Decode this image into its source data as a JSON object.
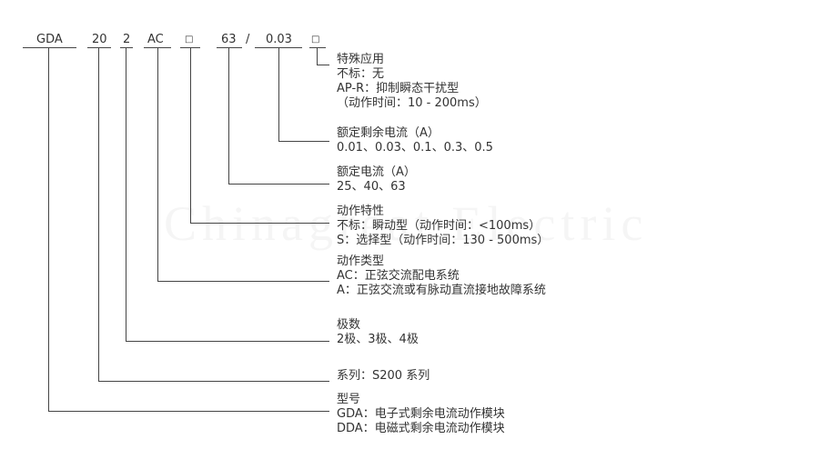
{
  "code": {
    "parts": [
      "GDA",
      "20",
      "2",
      "AC",
      "□",
      "63",
      "/",
      "0.03",
      "□"
    ]
  },
  "watermark": "Chinagreat Electric",
  "groups": [
    {
      "title": "特殊应用",
      "lines": [
        "不标：无",
        "AP-R：抑制瞬态干扰型",
        "（动作时间：10 - 200ms）"
      ]
    },
    {
      "title": "额定剩余电流（A）",
      "lines": [
        "0.01、0.03、0.1、0.3、0.5"
      ]
    },
    {
      "title": "额定电流（A）",
      "lines": [
        "25、40、63"
      ]
    },
    {
      "title": "动作特性",
      "lines": [
        "不标：瞬动型（动作时间：<100ms）",
        "S：选择型（动作时间：130 - 500ms）"
      ]
    },
    {
      "title": "动作类型",
      "lines": [
        "AC：正弦交流配电系统",
        "A：正弦交流或有脉动直流接地故障系统"
      ]
    },
    {
      "title": "极数",
      "lines": [
        "2极、3极、4极"
      ]
    },
    {
      "title": "系列：S200 系列",
      "lines": []
    },
    {
      "title": "型号",
      "lines": [
        "GDA：电子式剩余电流动作模块",
        "DDA：电磁式剩余电流动作模块"
      ]
    }
  ]
}
